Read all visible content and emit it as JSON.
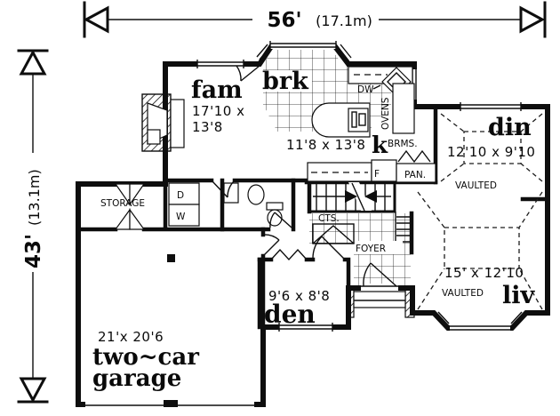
{
  "plan": {
    "width_dim": {
      "feet": "56'",
      "metric": "(17.1m)"
    },
    "height_dim": {
      "feet": "43'",
      "metric": "(13.1m)"
    },
    "rooms": {
      "family": {
        "name": "fam",
        "dim1": "17'10 x",
        "dim2": "13'8"
      },
      "breakfast": {
        "name": "brk"
      },
      "kitchen": {
        "name": "k",
        "dims": "11'8 x 13'8"
      },
      "dining": {
        "name": "din",
        "dims": "12'10 x 9'10",
        "ceiling": "VAULTED"
      },
      "living": {
        "name": "liv",
        "dims": "15' x 12'10",
        "ceiling": "VAULTED"
      },
      "den": {
        "name": "den",
        "dims": "9'6 x 8'8"
      },
      "garage": {
        "line1": "two~car",
        "line2": "garage",
        "dims": "21'x 20'6"
      },
      "foyer": {
        "name": "FOYER"
      },
      "storage": {
        "name": "STORAGE"
      }
    },
    "labels": {
      "dishwasher": "DW",
      "ovens": "OVENS",
      "fridge": "F",
      "brooms": "BRMS.",
      "pantry": "PAN.",
      "coats": "CTS.",
      "dryer": "D",
      "washer": "W"
    }
  }
}
